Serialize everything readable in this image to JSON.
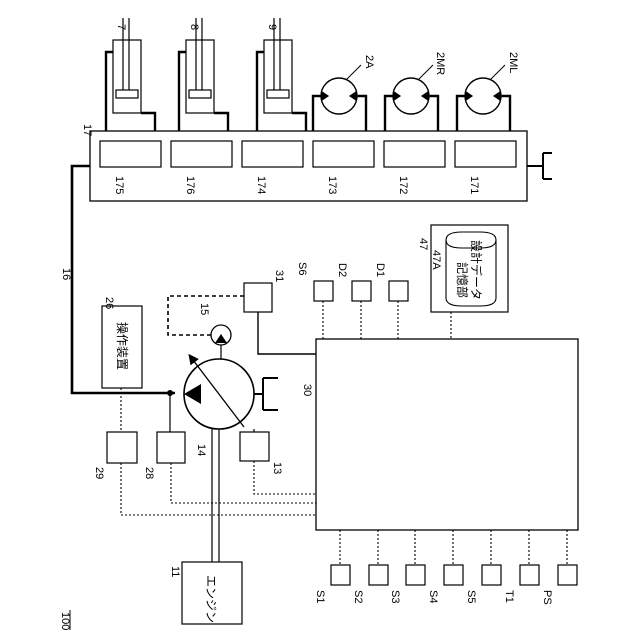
{
  "figure_number": "100",
  "labels": {
    "cyl_7": "7",
    "cyl_8": "8",
    "cyl_9": "9",
    "motor_2a": "2A",
    "motor_2mr": "2MR",
    "motor_2ml": "2ML",
    "valve_unit": "17",
    "v175": "175",
    "v176": "176",
    "v174": "174",
    "v173": "173",
    "v172": "172",
    "v171": "171",
    "line_16": "16",
    "op_device": "26",
    "op_device_text": "操作装置",
    "pilot_pump": "15",
    "main_pump": "14",
    "controller": "30",
    "s28": "28",
    "s29": "29",
    "s13": "13",
    "s31": "31",
    "s6": "S6",
    "d2": "D2",
    "d1": "D1",
    "storage": "47",
    "storage_db": "47A",
    "storage_line1": "設計データ",
    "storage_line2": "記憶部",
    "engine": "11",
    "engine_text": "エンジン",
    "sensors": [
      "S1",
      "S2",
      "S3",
      "S4",
      "S5",
      "T1",
      "PS"
    ]
  }
}
